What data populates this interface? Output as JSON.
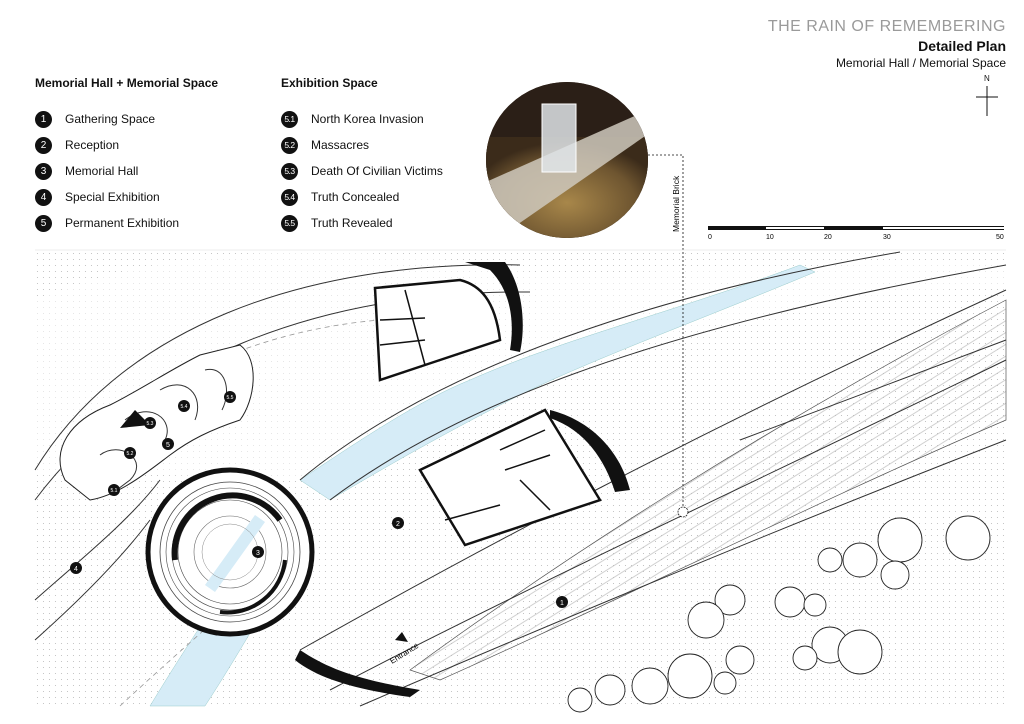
{
  "header": {
    "project": "THE RAIN OF REMEMBERING",
    "title": "Detailed Plan",
    "subtitle": "Memorial Hall / Memorial Space"
  },
  "legend_left": {
    "heading": "Memorial Hall + Memorial Space",
    "items": [
      {
        "num": "1",
        "label": "Gathering Space"
      },
      {
        "num": "2",
        "label": "Reception"
      },
      {
        "num": "3",
        "label": "Memorial Hall"
      },
      {
        "num": "4",
        "label": "Special Exhibition"
      },
      {
        "num": "5",
        "label": "Permanent Exhibition"
      }
    ]
  },
  "legend_right": {
    "heading": "Exhibition Space",
    "items": [
      {
        "num": "5.1",
        "label": "North Korea Invasion"
      },
      {
        "num": "5.2",
        "label": "Massacres"
      },
      {
        "num": "5.3",
        "label": "Death Of Civilian Victims"
      },
      {
        "num": "5.4",
        "label": "Truth Concealed"
      },
      {
        "num": "5.5",
        "label": "Truth Revealed"
      }
    ]
  },
  "north_label": "N",
  "scale": {
    "ticks": [
      "0",
      "10",
      "20",
      "30",
      "50"
    ]
  },
  "callout": "Memorial Brick",
  "plan_labels": {
    "entrance": "Entrance",
    "markers": [
      "1",
      "2",
      "3",
      "4",
      "5",
      "5.1",
      "5.2",
      "5.3",
      "5.4",
      "5.5"
    ]
  },
  "colors": {
    "water": "#d6ecf7",
    "ink": "#111111",
    "title_gray": "#9a9a9a"
  }
}
